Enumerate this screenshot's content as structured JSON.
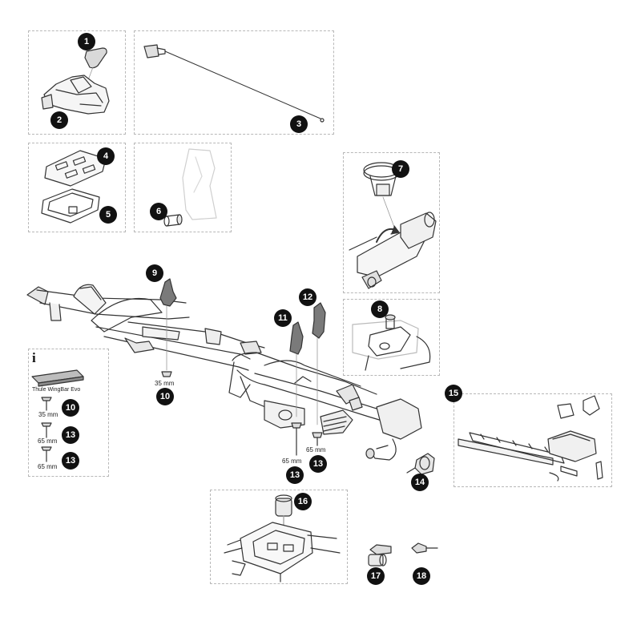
{
  "parts": {
    "p1": "1",
    "p2": "2",
    "p3": "3",
    "p4": "4",
    "p5": "5",
    "p6": "6",
    "p7": "7",
    "p8": "8",
    "p9": "9",
    "p10": "10",
    "p11": "11",
    "p12": "12",
    "p13": "13",
    "p14": "14",
    "p15": "15",
    "p16": "16",
    "p17": "17",
    "p18": "18"
  },
  "info_box": {
    "icon_label": "i",
    "product_name": "Thule WingBar Evo",
    "bolt_a_length": "35 mm",
    "bolt_a_part": "10",
    "bolt_b_length": "65 mm",
    "bolt_b_part": "13",
    "bolt_c_length": "65 mm",
    "bolt_c_part": "13"
  },
  "main_labels": {
    "bolt_left_length": "35 mm",
    "bolt_left_part": "10",
    "bolt_mid_length": "65 mm",
    "bolt_mid_part": "13",
    "bolt_right_length": "65 mm",
    "bolt_right_part": "13"
  },
  "icons": [
    "strap-cap-icon",
    "base-clamp-icon",
    "cable-icon",
    "plate-icon",
    "gasket-icon",
    "sleeve-icon",
    "clamp-ring-icon",
    "screw-icon",
    "pivot-arm-icon",
    "bolt-icon",
    "knob-icon",
    "strap-kit-icon",
    "lock-cylinder-icon",
    "key-icon",
    "bike-carrier-frame"
  ]
}
